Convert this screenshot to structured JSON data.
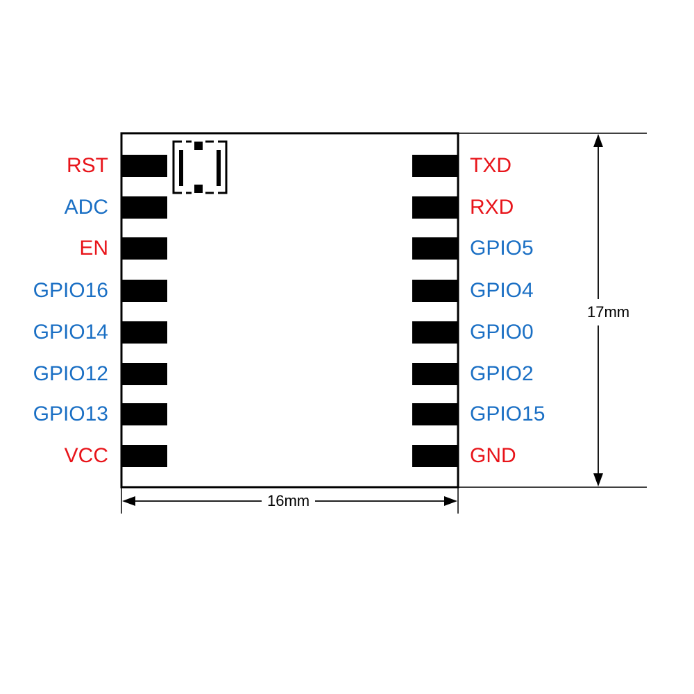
{
  "colors": {
    "power_control": "#e8141a",
    "signal": "#1a6fc4",
    "outline": "#000000",
    "pad": "#000000"
  },
  "left_pins": [
    {
      "label": "RST",
      "color_role": "power_control"
    },
    {
      "label": "ADC",
      "color_role": "signal"
    },
    {
      "label": "EN",
      "color_role": "power_control"
    },
    {
      "label": "GPIO16",
      "color_role": "signal"
    },
    {
      "label": "GPIO14",
      "color_role": "signal"
    },
    {
      "label": "GPIO12",
      "color_role": "signal"
    },
    {
      "label": "GPIO13",
      "color_role": "signal"
    },
    {
      "label": "VCC",
      "color_role": "power_control"
    }
  ],
  "right_pins": [
    {
      "label": "TXD",
      "color_role": "power_control"
    },
    {
      "label": "RXD",
      "color_role": "power_control"
    },
    {
      "label": "GPIO5",
      "color_role": "signal"
    },
    {
      "label": "GPIO4",
      "color_role": "signal"
    },
    {
      "label": "GPIO0",
      "color_role": "signal"
    },
    {
      "label": "GPIO2",
      "color_role": "signal"
    },
    {
      "label": "GPIO15",
      "color_role": "signal"
    },
    {
      "label": "GND",
      "color_role": "power_control"
    }
  ],
  "dimensions": {
    "width_label": "16mm",
    "height_label": "17mm"
  }
}
